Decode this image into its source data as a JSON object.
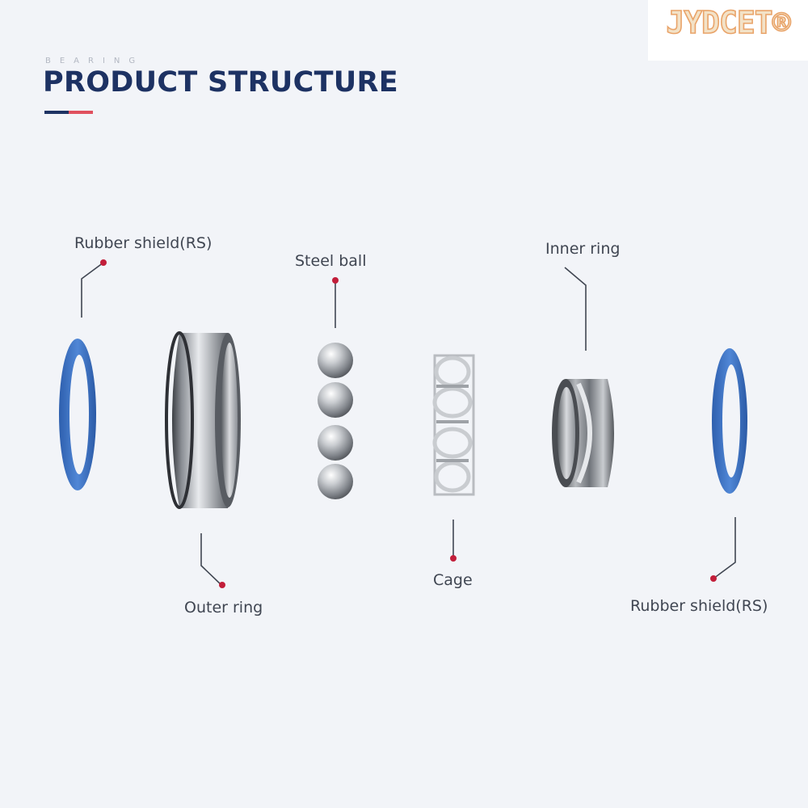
{
  "header": {
    "eyebrow": "BEARING",
    "title": "PRODUCT STRUCTURE"
  },
  "brand": {
    "logo_text": "JYDCET®"
  },
  "parts": [
    {
      "id": "rubber-shield-left",
      "label": "Rubber shield(RS)"
    },
    {
      "id": "steel-ball",
      "label": "Steel ball"
    },
    {
      "id": "inner-ring",
      "label": "Inner ring"
    },
    {
      "id": "outer-ring",
      "label": "Outer ring"
    },
    {
      "id": "cage",
      "label": "Cage"
    },
    {
      "id": "rubber-shield-right",
      "label": "Rubber shield(RS)"
    }
  ],
  "colors": {
    "title": "#1d3263",
    "accent_red": "#e0505e",
    "shield_blue": "#3f73c4",
    "leader_line": "#404652",
    "leader_dot": "#c21e3a"
  }
}
